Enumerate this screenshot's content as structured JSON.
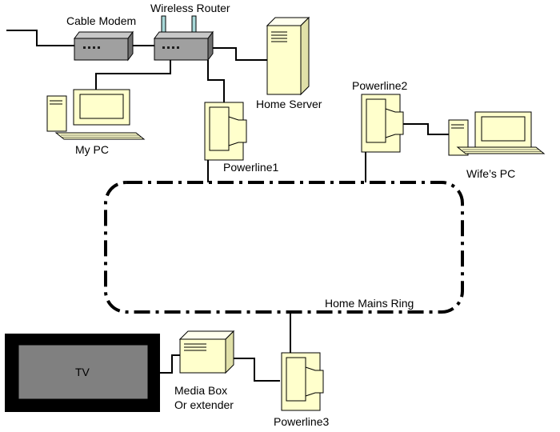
{
  "labels": {
    "cable_modem": "Cable Modem",
    "wireless_router": "Wireless Router",
    "home_server": "Home Server",
    "my_pc": "My PC",
    "powerline1": "Powerline1",
    "powerline2": "Powerline2",
    "wifes_pc": "Wife’s PC",
    "home_mains_ring": "Home Mains Ring",
    "tv": "TV",
    "media_box_line1": "Media Box",
    "media_box_line2": "Or extender",
    "powerline3": "Powerline3"
  },
  "colors": {
    "device_cream": "#ffffcc",
    "device_grey": "#a0a0a0",
    "tv_screen": "#808080",
    "tv_frame": "#000000",
    "antenna": "#a8d8d8"
  }
}
